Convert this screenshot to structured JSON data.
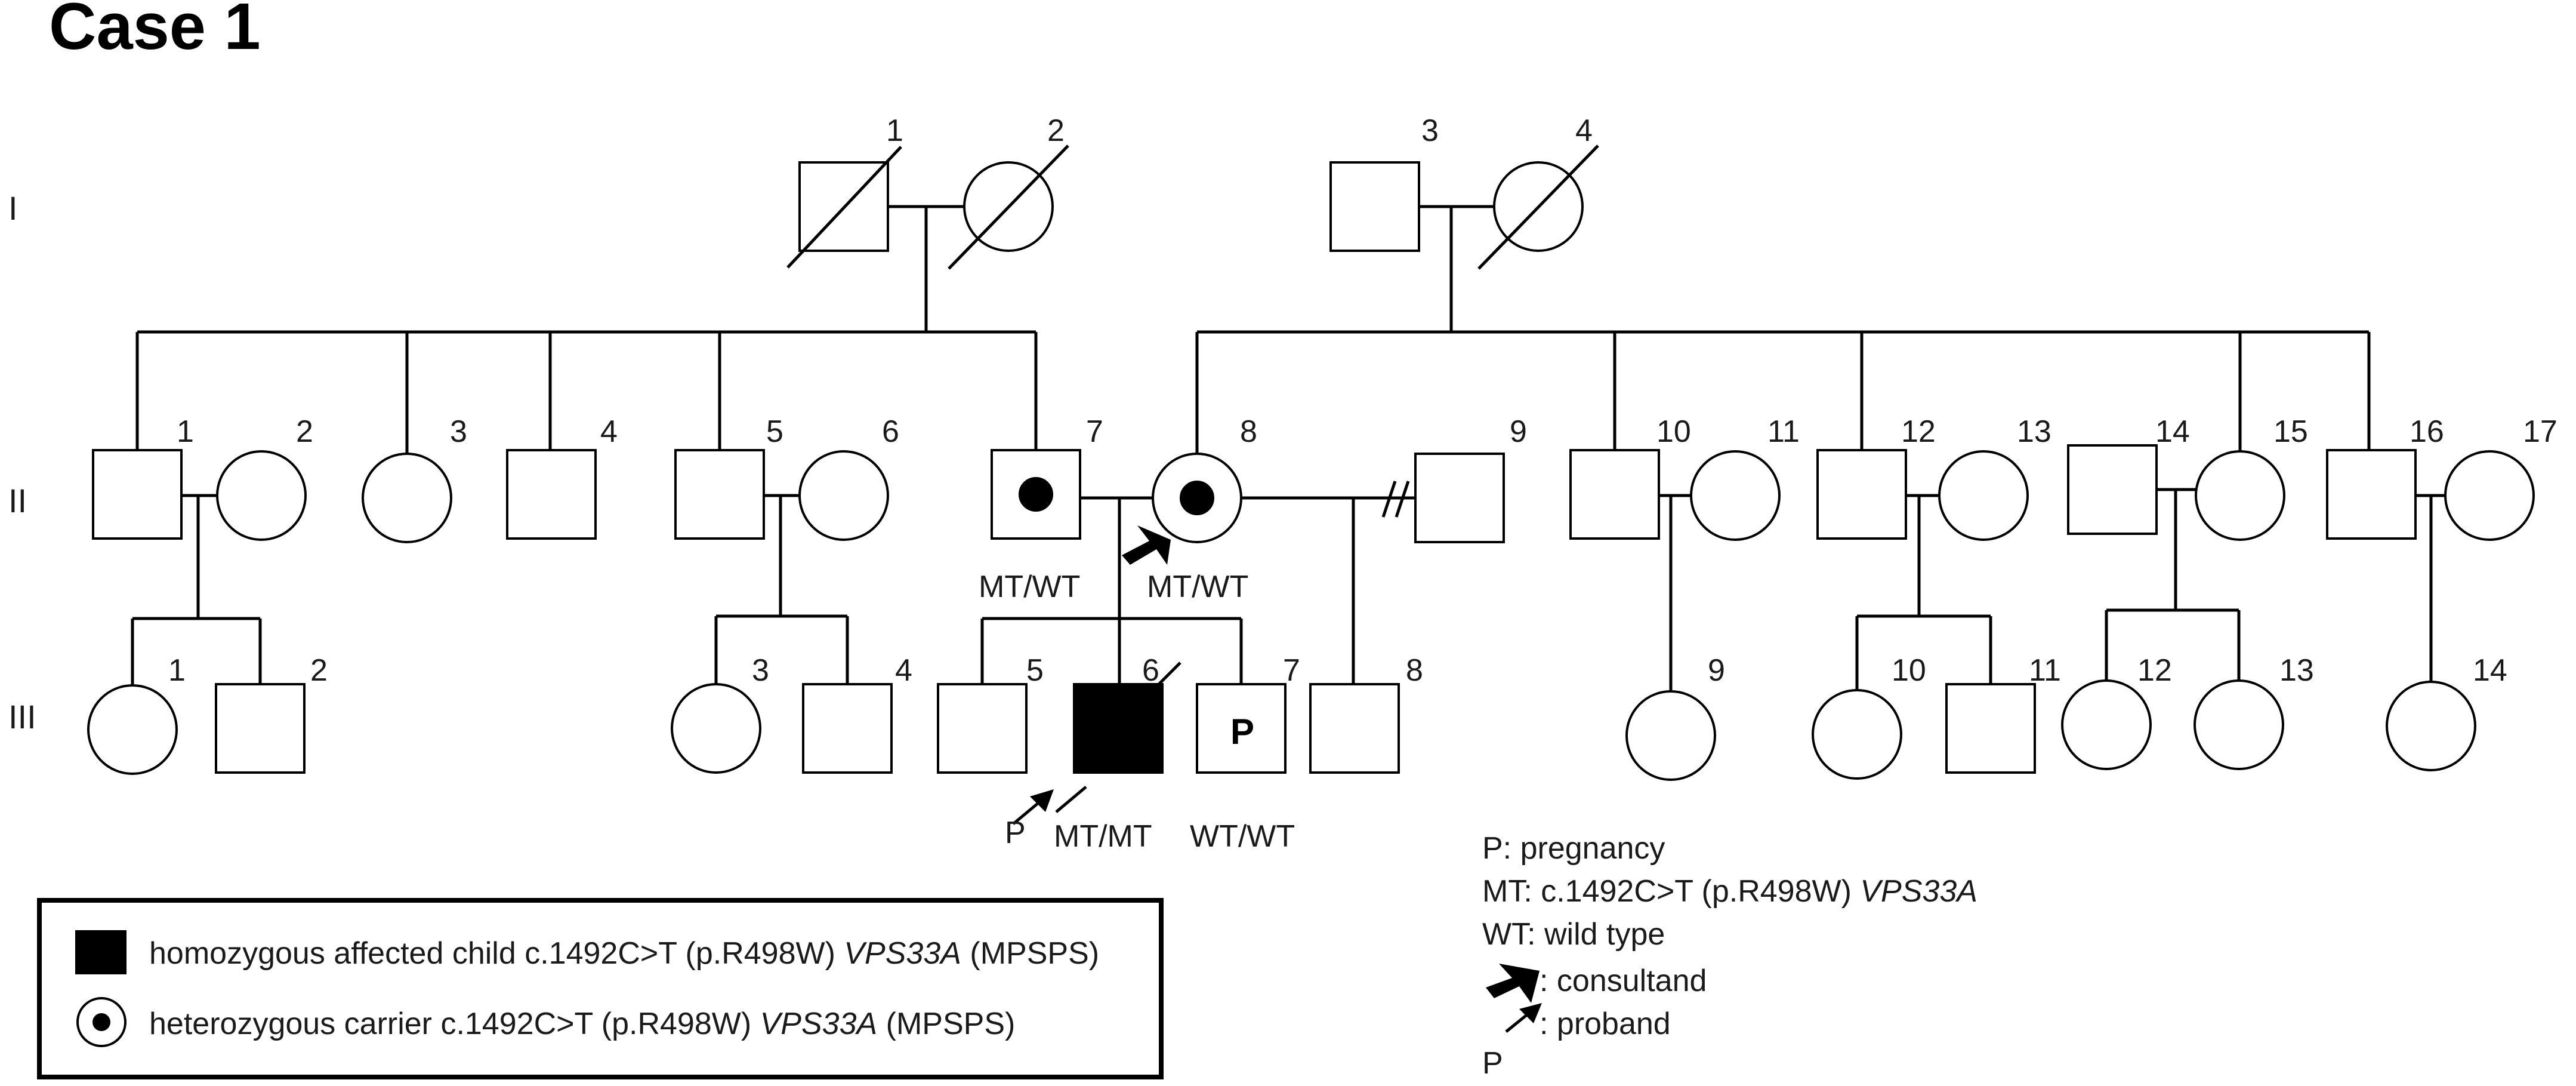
{
  "title": "Case 1",
  "generations": [
    "I",
    "II",
    "III"
  ],
  "colors": {
    "line": "#000000",
    "affected": "#000000",
    "background": "#ffffff"
  },
  "individuals": {
    "I": [
      {
        "id": "I-1",
        "label": "1",
        "sex": "male",
        "deceased": true
      },
      {
        "id": "I-2",
        "label": "2",
        "sex": "female",
        "deceased": true
      },
      {
        "id": "I-3",
        "label": "3",
        "sex": "male",
        "deceased": false
      },
      {
        "id": "I-4",
        "label": "4",
        "sex": "female",
        "deceased": true
      }
    ],
    "II": [
      {
        "id": "II-1",
        "label": "1",
        "sex": "male"
      },
      {
        "id": "II-2",
        "label": "2",
        "sex": "female"
      },
      {
        "id": "II-3",
        "label": "3",
        "sex": "female"
      },
      {
        "id": "II-4",
        "label": "4",
        "sex": "male"
      },
      {
        "id": "II-5",
        "label": "5",
        "sex": "male"
      },
      {
        "id": "II-6",
        "label": "6",
        "sex": "female"
      },
      {
        "id": "II-7",
        "label": "7",
        "sex": "male",
        "status": "carrier",
        "genotype": "MT/WT"
      },
      {
        "id": "II-8",
        "label": "8",
        "sex": "female",
        "status": "carrier",
        "genotype": "MT/WT",
        "consultand": true
      },
      {
        "id": "II-9",
        "label": "9",
        "sex": "male",
        "separated": true
      },
      {
        "id": "II-10",
        "label": "10",
        "sex": "male"
      },
      {
        "id": "II-11",
        "label": "11",
        "sex": "female"
      },
      {
        "id": "II-12",
        "label": "12",
        "sex": "male"
      },
      {
        "id": "II-13",
        "label": "13",
        "sex": "female"
      },
      {
        "id": "II-14",
        "label": "14",
        "sex": "male"
      },
      {
        "id": "II-15",
        "label": "15",
        "sex": "female"
      },
      {
        "id": "II-16",
        "label": "16",
        "sex": "male"
      },
      {
        "id": "II-17",
        "label": "17",
        "sex": "female"
      }
    ],
    "III": [
      {
        "id": "III-1",
        "label": "1",
        "sex": "female"
      },
      {
        "id": "III-2",
        "label": "2",
        "sex": "male"
      },
      {
        "id": "III-3",
        "label": "3",
        "sex": "female"
      },
      {
        "id": "III-4",
        "label": "4",
        "sex": "male"
      },
      {
        "id": "III-5",
        "label": "5",
        "sex": "male"
      },
      {
        "id": "III-6",
        "label": "6",
        "sex": "male",
        "status": "affected",
        "deceased": true,
        "genotype": "MT/MT",
        "proband": true
      },
      {
        "id": "III-7",
        "label": "7",
        "sex": "male",
        "pregnancy": true,
        "inner_label": "P",
        "genotype": "WT/WT"
      },
      {
        "id": "III-8",
        "label": "8",
        "sex": "male"
      },
      {
        "id": "III-9",
        "label": "9",
        "sex": "female"
      },
      {
        "id": "III-10",
        "label": "10",
        "sex": "female"
      },
      {
        "id": "III-11",
        "label": "11",
        "sex": "male"
      },
      {
        "id": "III-12",
        "label": "12",
        "sex": "female"
      },
      {
        "id": "III-13",
        "label": "13",
        "sex": "female"
      },
      {
        "id": "III-14",
        "label": "14",
        "sex": "female"
      }
    ]
  },
  "proband_marker_letter": "P",
  "legend": {
    "affected": {
      "prefix": "homozygous affected child c.1492C>T (p.R498W) ",
      "gene": "VPS33A",
      "suffix": " (MPSPS)"
    },
    "carrier": {
      "prefix": "heterozygous carrier c.1492C>T (p.R498W) ",
      "gene": "VPS33A",
      "suffix": " (MPSPS)"
    }
  },
  "key": {
    "pregnancy": "P: pregnancy",
    "mt_prefix": "MT: c.1492C>T (p.R498W) ",
    "mt_gene": "VPS33A",
    "wt": "WT: wild type",
    "consultand": ": consultand",
    "proband": ": proband",
    "proband_letter": "P"
  }
}
